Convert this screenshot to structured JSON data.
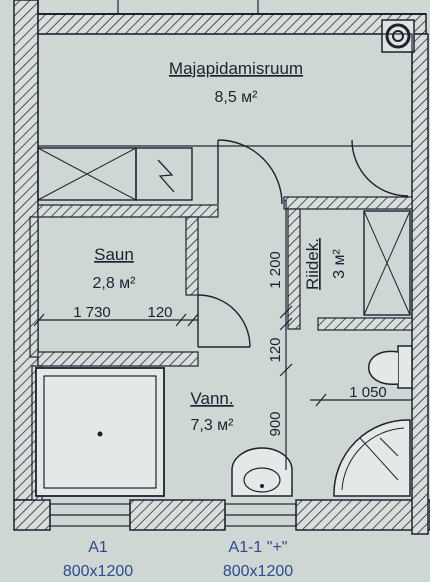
{
  "rooms": {
    "majapidamisruum": {
      "name": "Majapidamisruum",
      "area": "8,5 м²"
    },
    "saun": {
      "name": "Saun",
      "area": "2,8 м²"
    },
    "riidek": {
      "name": "Riidek.",
      "area": "3 м²"
    },
    "vann": {
      "name": "Vann.",
      "area": "7,3 м²"
    }
  },
  "dimensions": {
    "saun_width": "1 730",
    "saun_gap": "120",
    "corridor_top": "1 200",
    "corridor_mid": "120",
    "corridor_bottom": "900",
    "wc_width": "1 050"
  },
  "windows": [
    {
      "code": "A1",
      "size": "800x1200"
    },
    {
      "code": "A1-1 \"+\"",
      "size": "800x1200"
    }
  ]
}
